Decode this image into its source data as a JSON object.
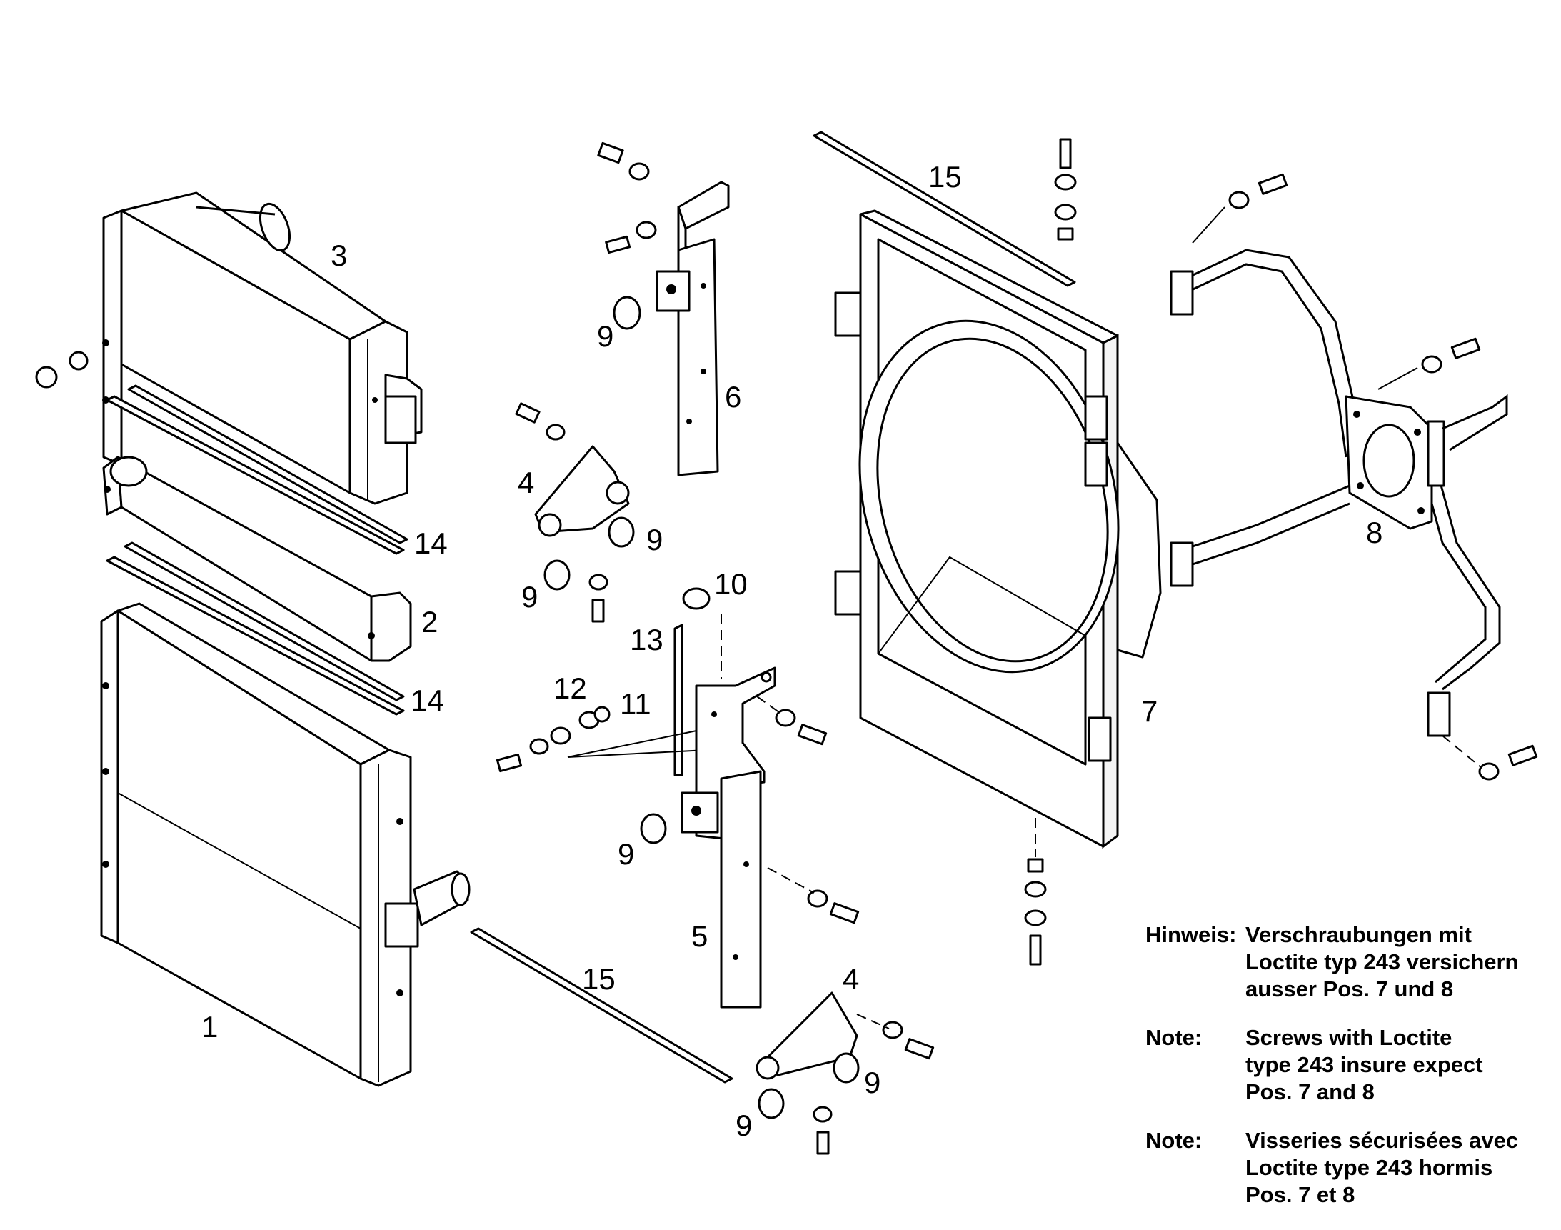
{
  "callouts": {
    "c1": "1",
    "c2": "2",
    "c3": "3",
    "c4a": "4",
    "c4b": "4",
    "c5": "5",
    "c6": "6",
    "c7": "7",
    "c8": "8",
    "c9a": "9",
    "c9b": "9",
    "c9c": "9",
    "c9d": "9",
    "c9e": "9",
    "c9f": "9",
    "c10": "10",
    "c11": "11",
    "c12": "12",
    "c13": "13",
    "c14a": "14",
    "c14b": "14",
    "c15a": "15",
    "c15b": "15"
  },
  "notes": [
    {
      "label": "Hinweis:",
      "text": "Verschraubungen mit\nLoctite typ 243 versichern\nausser Pos. 7 und 8"
    },
    {
      "label": "Note:",
      "text": "Screws with Loctite\ntype 243 insure expect\nPos. 7 and 8"
    },
    {
      "label": "Note:",
      "text": "Visseries sécurisées avec\nLoctite type 243 hormis\nPos. 7 et 8"
    }
  ]
}
